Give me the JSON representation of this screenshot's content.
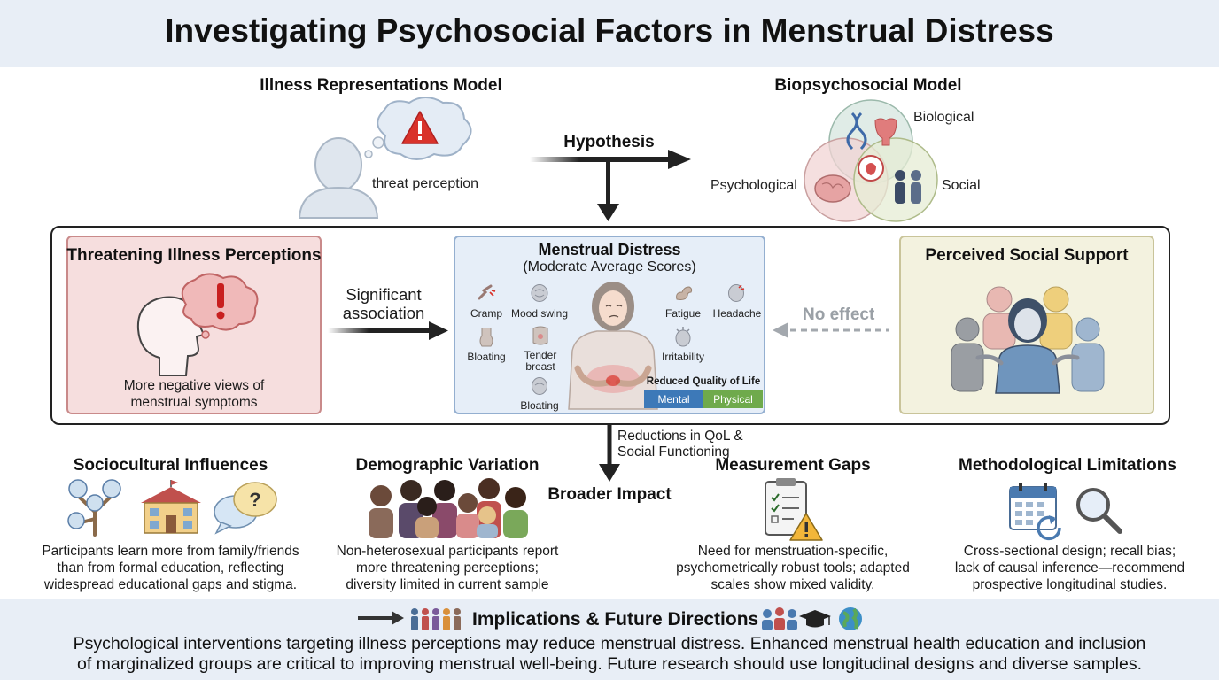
{
  "title": "Investigating Psychosocial Factors in Menstrual Distress",
  "illness_model": {
    "heading": "Illness Representations Model",
    "caption": "threat perception"
  },
  "hypothesis": "Hypothesis",
  "biopsychosocial": {
    "heading": "Biopsychosocial Model",
    "biological": "Biological",
    "psychological": "Psychological",
    "social": "Social"
  },
  "threat_box": {
    "heading": "Threatening Illness Perceptions",
    "caption_line1": "More negative views of",
    "caption_line2": "menstrual symptoms"
  },
  "association": {
    "line1": "Significant",
    "line2": "association"
  },
  "distress_box": {
    "heading": "Menstrual Distress",
    "subheading": "(Moderate Average Scores)",
    "symptoms": {
      "cramp": "Cramp",
      "mood_swing": "Mood swing",
      "fatigue": "Fatigue",
      "headache": "Headache",
      "bloating_left": "Bloating",
      "tender_1": "Tender",
      "tender_2": "breast",
      "irritability": "Irritability",
      "bloating_bottom": "Bloating"
    },
    "qol_title": "Reduced Quality of Life",
    "qol_mental": "Mental",
    "qol_physical": "Physical"
  },
  "no_effect": "No effect",
  "support_box": {
    "heading": "Perceived Social Support"
  },
  "reductions": {
    "line1": "Reductions in QoL &",
    "line2": "Social Functioning"
  },
  "broader_impact": "Broader Impact",
  "sections": {
    "sociocultural": {
      "heading": "Sociocultural Influences",
      "lines": [
        "Participants learn more from family/friends",
        "than from formal education, reflecting",
        "widespread educational gaps and stigma."
      ]
    },
    "demographic": {
      "heading": "Demographic Variation",
      "lines": [
        "Non-heterosexual participants report",
        "more threatening perceptions;",
        "diversity limited in current sample"
      ]
    },
    "measurement": {
      "heading": "Measurement Gaps",
      "lines": [
        "Need for menstruation-specific,",
        "psychometrically robust tools; adapted",
        "scales show mixed validity."
      ]
    },
    "methodological": {
      "heading": "Methodological Limitations",
      "lines": [
        "Cross-sectional design; recall bias;",
        "lack of causal inference—recommend",
        "prospective longitudinal studies."
      ]
    }
  },
  "implications": {
    "heading": "Implications & Future Directions",
    "line1": "Psychological interventions targeting illness perceptions may reduce menstrual distress. Enhanced menstrual health education and inclusion",
    "line2": "of marginalized groups are critical to improving menstrual well-being. Future research should use longitudinal designs and diverse samples."
  },
  "colors": {
    "threat_fill": "#f6dede",
    "distress_fill": "#e6eef8",
    "support_fill": "#f3f2df",
    "qol_mental": "#3d79b8",
    "qol_physical": "#6faa4c",
    "warning": "#d9332b"
  }
}
